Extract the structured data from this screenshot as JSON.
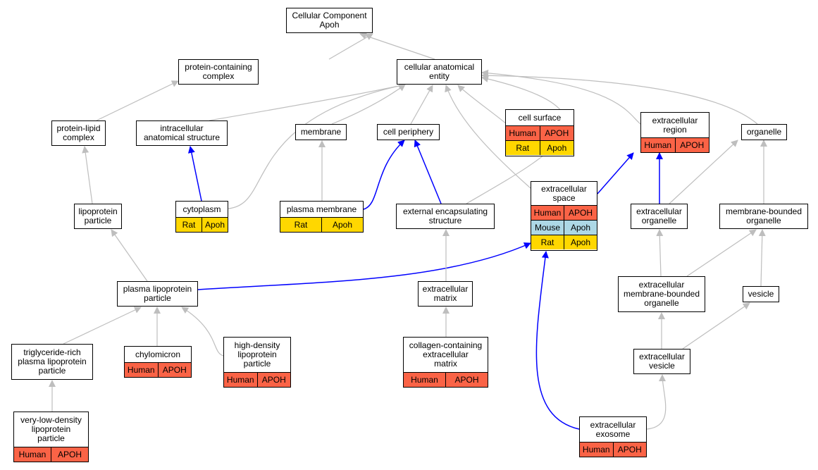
{
  "colors": {
    "gray_edge": "#bebebe",
    "blue_edge": "#0000ff",
    "human": "#fa6346",
    "rat": "#ffd700",
    "mouse": "#add8e6"
  },
  "nodes": {
    "root": {
      "label": "Cellular Component\nApoh"
    },
    "protein_containing_complex": {
      "label": "protein-containing\ncomplex"
    },
    "cellular_anatomical_entity": {
      "label": "cellular anatomical\nentity"
    },
    "protein_lipid_complex": {
      "label": "protein-lipid\ncomplex"
    },
    "intracellular_anatomical_structure": {
      "label": "intracellular\nanatomical structure"
    },
    "membrane": {
      "label": "membrane"
    },
    "cell_periphery": {
      "label": "cell periphery"
    },
    "cell_surface": {
      "label": "cell surface",
      "rows": [
        [
          "Human",
          "APOH"
        ],
        [
          "Rat",
          "Apoh"
        ]
      ]
    },
    "extracellular_region": {
      "label": "extracellular\nregion",
      "rows": [
        [
          "Human",
          "APOH"
        ]
      ]
    },
    "organelle": {
      "label": "organelle"
    },
    "lipoprotein_particle": {
      "label": "lipoprotein\nparticle"
    },
    "cytoplasm": {
      "label": "cytoplasm",
      "rows": [
        [
          "Rat",
          "Apoh"
        ]
      ]
    },
    "plasma_membrane": {
      "label": "plasma membrane",
      "rows": [
        [
          "Rat",
          "Apoh"
        ]
      ]
    },
    "external_encapsulating_structure": {
      "label": "external encapsulating\nstructure"
    },
    "extracellular_space": {
      "label": "extracellular\nspace",
      "rows": [
        [
          "Human",
          "APOH"
        ],
        [
          "Mouse",
          "Apoh"
        ],
        [
          "Rat",
          "Apoh"
        ]
      ]
    },
    "extracellular_organelle": {
      "label": "extracellular\norganelle"
    },
    "membrane_bounded_organelle": {
      "label": "membrane-bounded\norganelle"
    },
    "plasma_lipoprotein_particle": {
      "label": "plasma lipoprotein\nparticle"
    },
    "extracellular_matrix": {
      "label": "extracellular\nmatrix"
    },
    "extracellular_mb_organelle": {
      "label": "extracellular\nmembrane-bounded\norganelle"
    },
    "vesicle": {
      "label": "vesicle"
    },
    "triglyceride_rich": {
      "label": "triglyceride-rich\nplasma lipoprotein\nparticle"
    },
    "chylomicron": {
      "label": "chylomicron",
      "rows": [
        [
          "Human",
          "APOH"
        ]
      ]
    },
    "hdl": {
      "label": "high-density\nlipoprotein\nparticle",
      "rows": [
        [
          "Human",
          "APOH"
        ]
      ]
    },
    "collagen_ecm": {
      "label": "collagen-containing\nextracellular\nmatrix",
      "rows": [
        [
          "Human",
          "APOH"
        ]
      ]
    },
    "extracellular_vesicle": {
      "label": "extracellular\nvesicle"
    },
    "vldl": {
      "label": "very-low-density\nlipoprotein\nparticle",
      "rows": [
        [
          "Human",
          "APOH"
        ]
      ]
    },
    "extracellular_exosome": {
      "label": "extracellular\nexosome",
      "rows": [
        [
          "Human",
          "APOH"
        ]
      ]
    }
  }
}
